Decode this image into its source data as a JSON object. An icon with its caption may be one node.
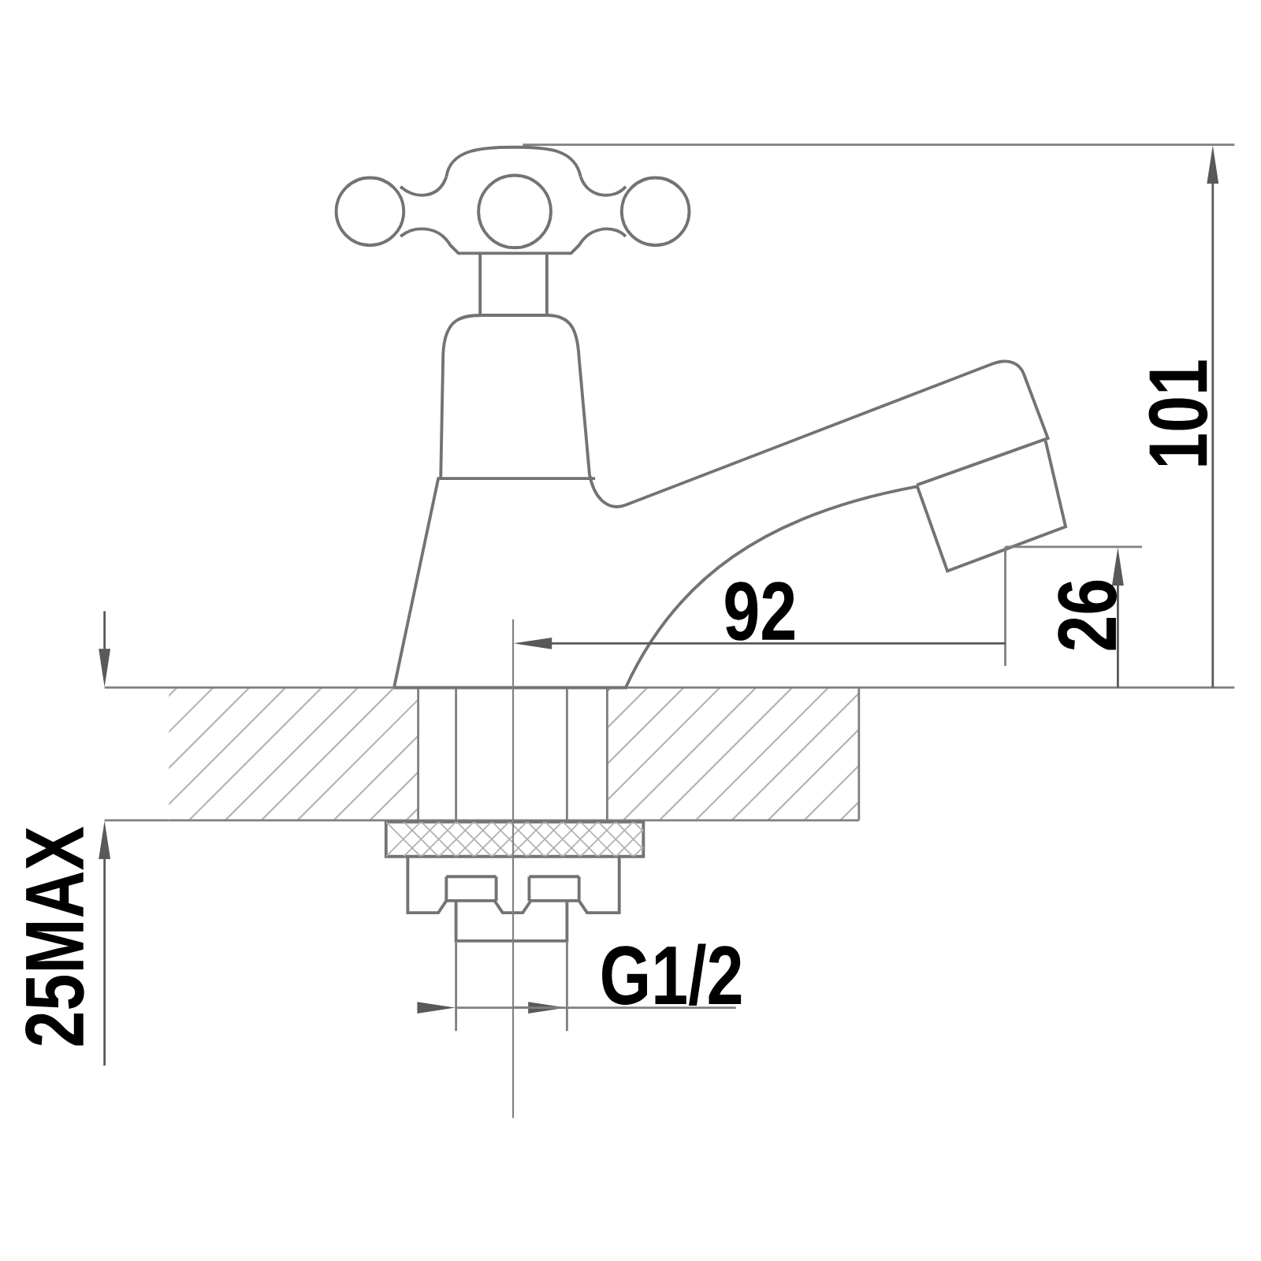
{
  "diagram": {
    "labels": [
      "101",
      "92",
      "26",
      "25MAX",
      "G1/2"
    ]
  }
}
